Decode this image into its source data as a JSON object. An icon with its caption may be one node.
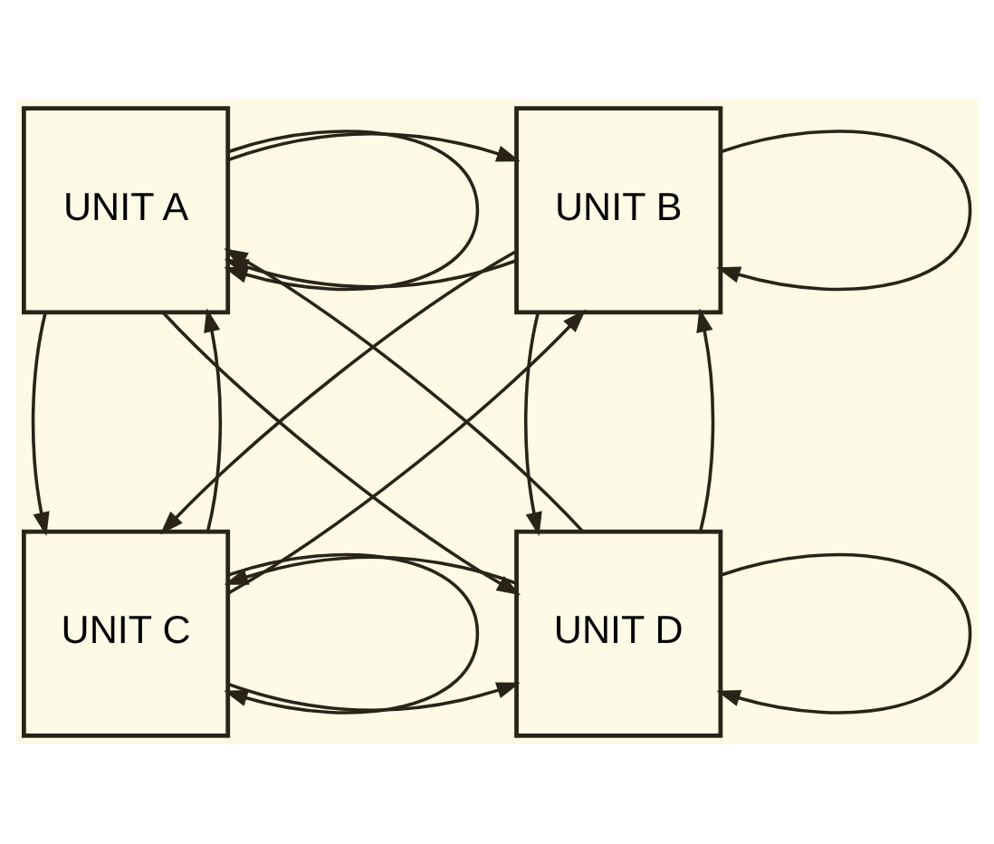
{
  "diagram": {
    "nodes": [
      {
        "text": [
          "UNIT A"
        ]
      },
      {
        "text": [
          "UNIT B"
        ]
      },
      {
        "text": [
          "UNIT C"
        ]
      },
      {
        "text": [
          "UNIT D"
        ]
      }
    ],
    "edges": [
      {
        "from": 0,
        "to": 0,
        "arrow": "to"
      },
      {
        "from": 1,
        "to": 1,
        "arrow": "to"
      },
      {
        "from": 1,
        "to": 0,
        "arrow": "to"
      },
      {
        "from": 0,
        "to": 1,
        "arrow": "to"
      },
      {
        "from": 0,
        "to": 2,
        "arrow": "to"
      },
      {
        "from": 2,
        "to": 0,
        "arrow": "to"
      },
      {
        "from": 0,
        "to": 3,
        "arrow": "to"
      },
      {
        "from": 3,
        "to": 0,
        "arrow": "to"
      },
      {
        "from": 2,
        "to": 1,
        "arrow": "to"
      },
      {
        "from": 1,
        "to": 2,
        "arrow": "to"
      },
      {
        "from": 3,
        "to": 1,
        "arrow": "to"
      },
      {
        "from": 1,
        "to": 3,
        "arrow": "to"
      },
      {
        "from": 2,
        "to": 3,
        "arrow": "to"
      },
      {
        "from": 3,
        "to": 2,
        "arrow": "to"
      },
      {
        "from": 2,
        "to": 2,
        "arrow": "to"
      },
      {
        "from": 3,
        "to": 3,
        "arrow": "to"
      }
    ]
  }
}
